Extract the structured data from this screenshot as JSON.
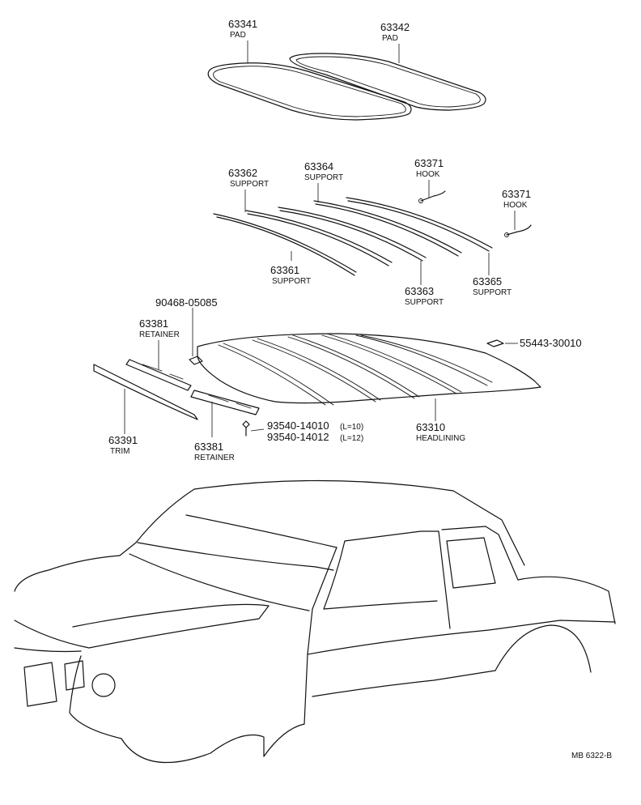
{
  "parts": {
    "pad_63341": {
      "number": "63341",
      "name": "PAD"
    },
    "pad_63342": {
      "number": "63342",
      "name": "PAD"
    },
    "support_63362": {
      "number": "63362",
      "name": "SUPPORT"
    },
    "support_63364": {
      "number": "63364",
      "name": "SUPPORT"
    },
    "hook_63371_a": {
      "number": "63371",
      "name": "HOOK"
    },
    "hook_63371_b": {
      "number": "63371",
      "name": "HOOK"
    },
    "support_63361": {
      "number": "63361",
      "name": "SUPPORT"
    },
    "support_63363": {
      "number": "63363",
      "name": "SUPPORT"
    },
    "support_63365": {
      "number": "63365",
      "name": "SUPPORT"
    },
    "clip_90468": {
      "number": "90468-05085"
    },
    "retainer_63381_a": {
      "number": "63381",
      "name": "RETAINER"
    },
    "clip_55443": {
      "number": "55443-30010"
    },
    "trim_63391": {
      "number": "63391",
      "name": "TRIM"
    },
    "retainer_63381_b": {
      "number": "63381",
      "name": "RETAINER"
    },
    "screw_93540_14010": {
      "number": "93540-14010",
      "note": "(L=10)"
    },
    "screw_93540_14012": {
      "number": "93540-14012",
      "note": "(L=12)"
    },
    "headlining_63310": {
      "number": "63310",
      "name": "HEADLINING"
    }
  },
  "footer": {
    "code": "MB 6322-B"
  }
}
